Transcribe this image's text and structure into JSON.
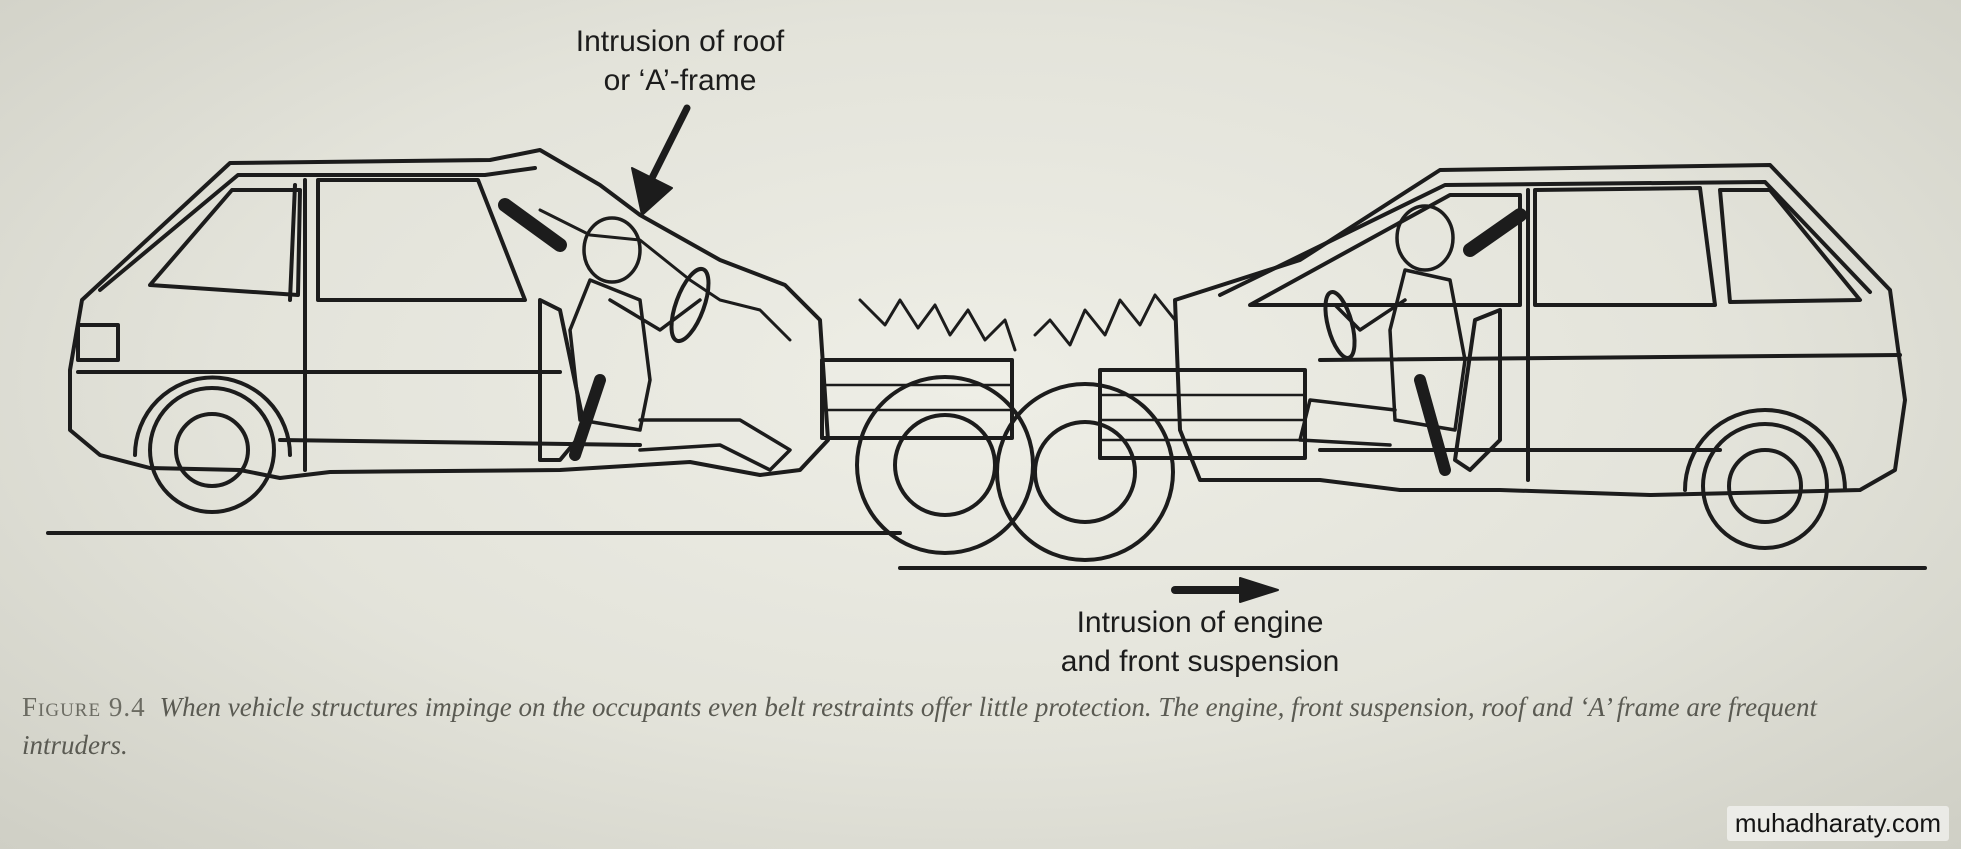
{
  "labels": {
    "roof_line1": "Intrusion of roof",
    "roof_line2": "or ‘A’-frame",
    "engine_line1": "Intrusion of engine",
    "engine_line2": "and front suspension"
  },
  "caption": {
    "lead": "Figure 9.4",
    "text": "When vehicle structures impinge on the occupants even belt restraints offer little protection. The engine, front suspension, roof and ‘A’ frame are frequent intruders."
  },
  "watermark": "muhadharaty.com",
  "colors": {
    "ink": "#1c1c1c",
    "paper": "#e8e8df",
    "caption": "#5a5a52"
  }
}
